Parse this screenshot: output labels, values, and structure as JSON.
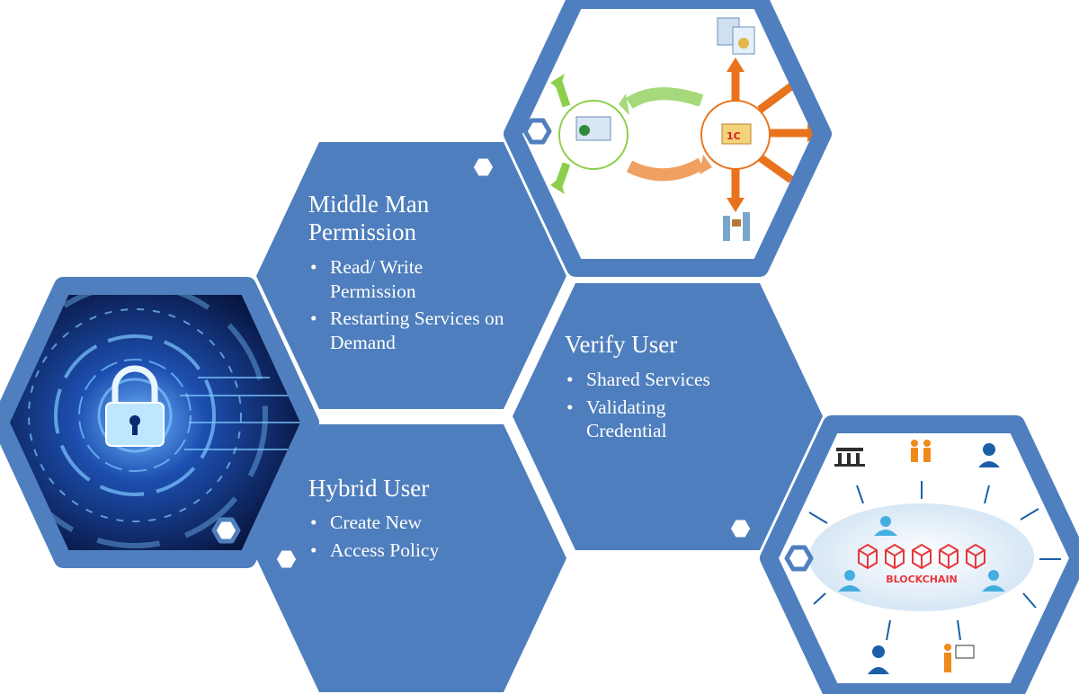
{
  "colors": {
    "hex_blue": "#4e7ebd",
    "frame_blue": "#4f7fbe",
    "lock_bg": "#0a1640",
    "blockchain_red": "#e8363a"
  },
  "cards": {
    "middle_man": {
      "title_line1": "Middle Man",
      "title_line2": "Permission",
      "bullets": [
        "Read/ Write Permission",
        "Restarting Services on Demand"
      ]
    },
    "hybrid_user": {
      "title": "Hybrid User",
      "bullets": [
        "Create New",
        "Access Policy"
      ]
    },
    "verify_user": {
      "title": "Verify User",
      "bullets": [
        "Shared Services",
        "Validating Credential"
      ]
    }
  },
  "images": {
    "lock": {
      "icon": "padlock-icon"
    },
    "workflow": {
      "icon": "workflow-diagram"
    },
    "blockchain": {
      "label": "BLOCKCHAIN"
    }
  }
}
